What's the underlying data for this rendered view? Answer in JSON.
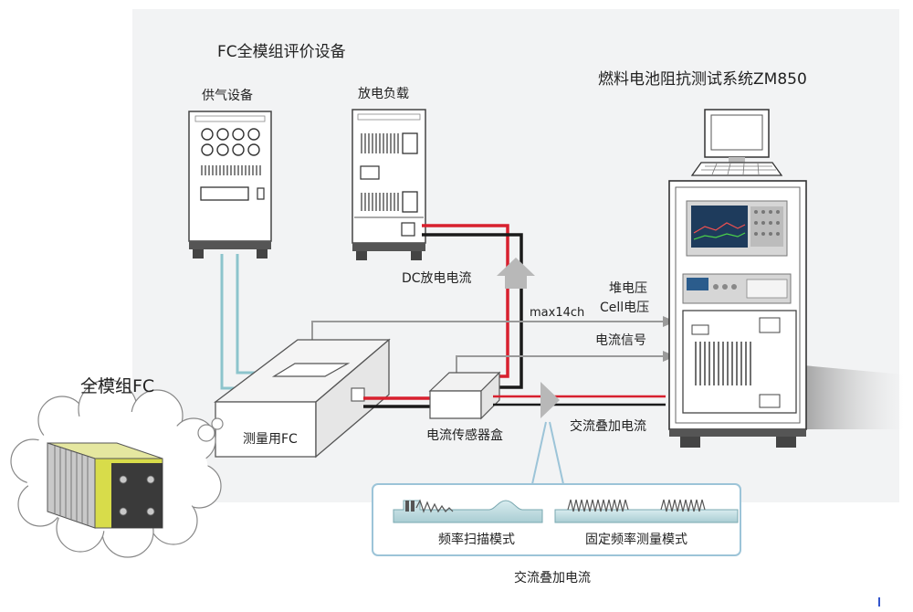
{
  "labels": {
    "fc_module_equipment": "FC全模组评价设备",
    "gas_supply": "供气设备",
    "discharge_load": "放电负载",
    "zm850_system": "燃料电池阻抗测试系统ZM850",
    "dc_current": "DC放电电流",
    "stack_voltage": "堆电压",
    "cell_voltage": "Cell电压",
    "max_channels": "max14ch",
    "current_signal": "电流信号",
    "full_module_fc": "全模组FC",
    "measurement_fc": "测量用FC",
    "sensor_box": "电流传感器盒",
    "ac_superimposed": "交流叠加电流",
    "freq_sweep_mode": "频率扫描模式",
    "fixed_freq_mode": "固定频率测量模式",
    "ac_superimposed_caption": "交流叠加电流"
  },
  "colors": {
    "panel_background": "#f2f3f4",
    "positive_cable": "#d8202e",
    "negative_cable": "#1a1a1a",
    "gas_pipe": "#8cc4cc",
    "signal_line": "#9a9a9a",
    "waveform_box_border": "#9cc4d8"
  }
}
